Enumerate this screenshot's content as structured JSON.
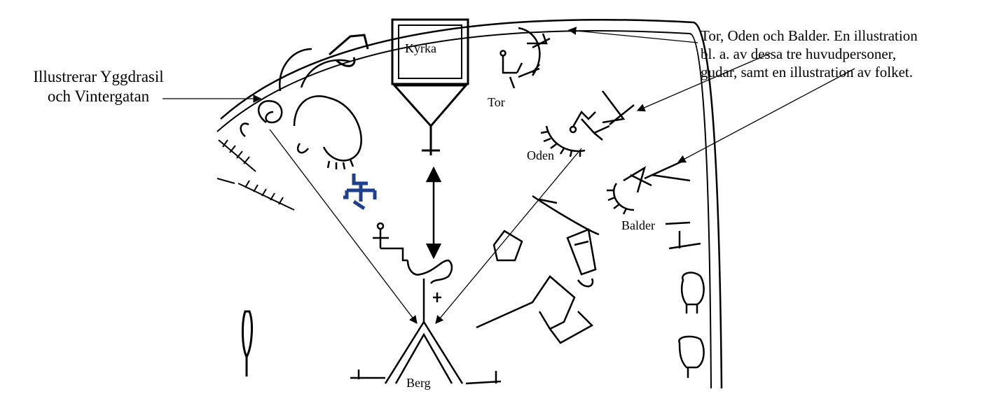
{
  "labels": {
    "kyrka": "Kyrka",
    "tor": "Tor",
    "oden": "Oden",
    "balder": "Balder",
    "berg": "Berg"
  },
  "annotations": {
    "left_line1": "Illustrerar Yggdrasil",
    "left_line2": "och Vintergatan",
    "right_line1": "Tor, Oden och Balder. En illustration",
    "right_line2": "bl. a. av dessa tre huvudpersoner,",
    "right_line3": "gudar, samt en illustration av folket."
  },
  "colors": {
    "ink": "#000000",
    "swastika": "#1f3f8f",
    "background": "#ffffff"
  }
}
